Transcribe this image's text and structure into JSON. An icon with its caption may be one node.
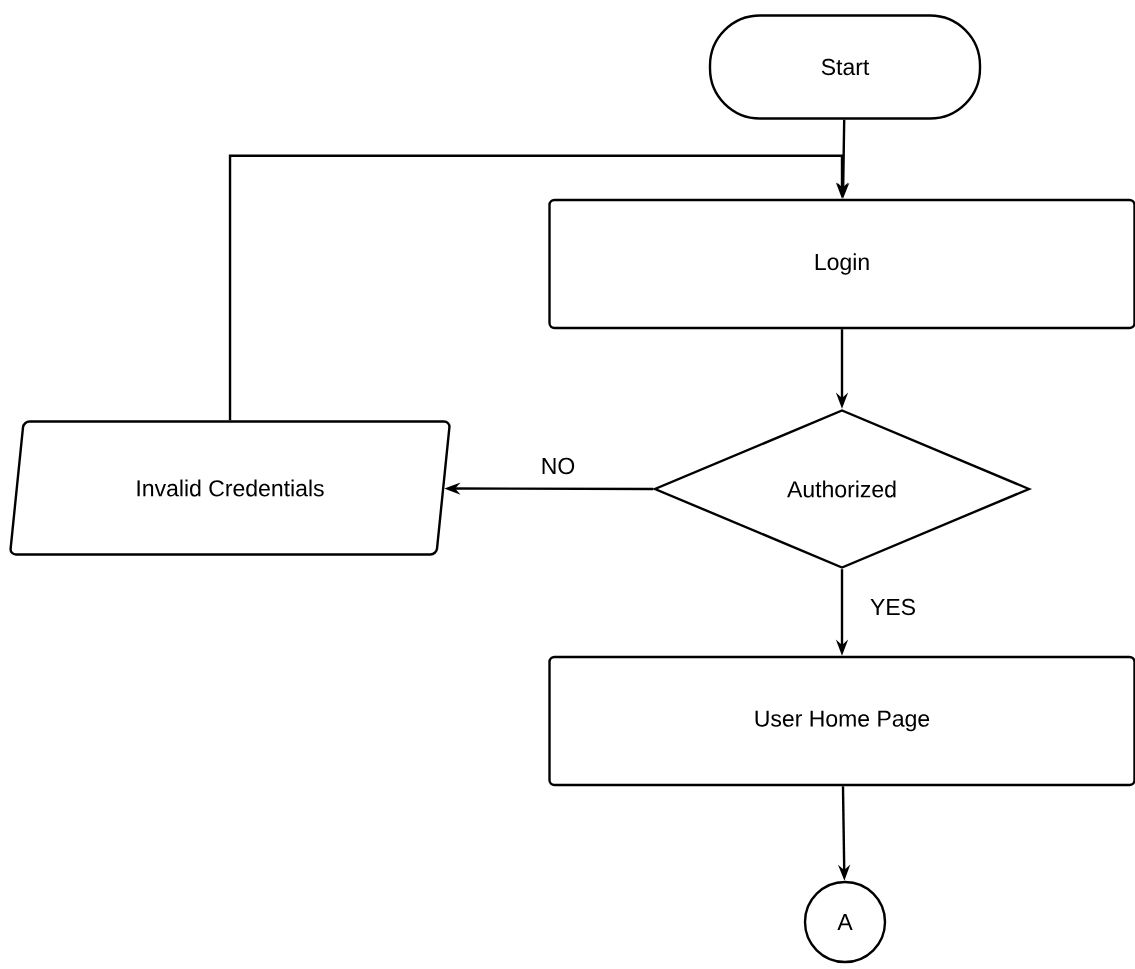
{
  "diagram": {
    "nodes": [
      {
        "text": [
          "Start"
        ]
      },
      {
        "text": [
          "Login"
        ]
      },
      {
        "text": [
          "Authorized"
        ]
      },
      {
        "text": [
          "Invalid Credentials"
        ]
      },
      {
        "text": [
          "User Home Page"
        ]
      },
      {
        "text": [
          "A"
        ]
      }
    ],
    "edges": [
      {
        "from": 0,
        "to": 1,
        "arrow": "to"
      },
      {
        "from": 1,
        "to": 2,
        "arrow": "to"
      },
      {
        "from": 2,
        "to": 3,
        "arrow": "to",
        "label": "NO"
      },
      {
        "from": 2,
        "to": 4,
        "arrow": "to",
        "label": "YES"
      },
      {
        "from": 4,
        "to": 5,
        "arrow": "to"
      },
      {
        "from": 3,
        "to": 1,
        "arrow": "to"
      }
    ]
  }
}
